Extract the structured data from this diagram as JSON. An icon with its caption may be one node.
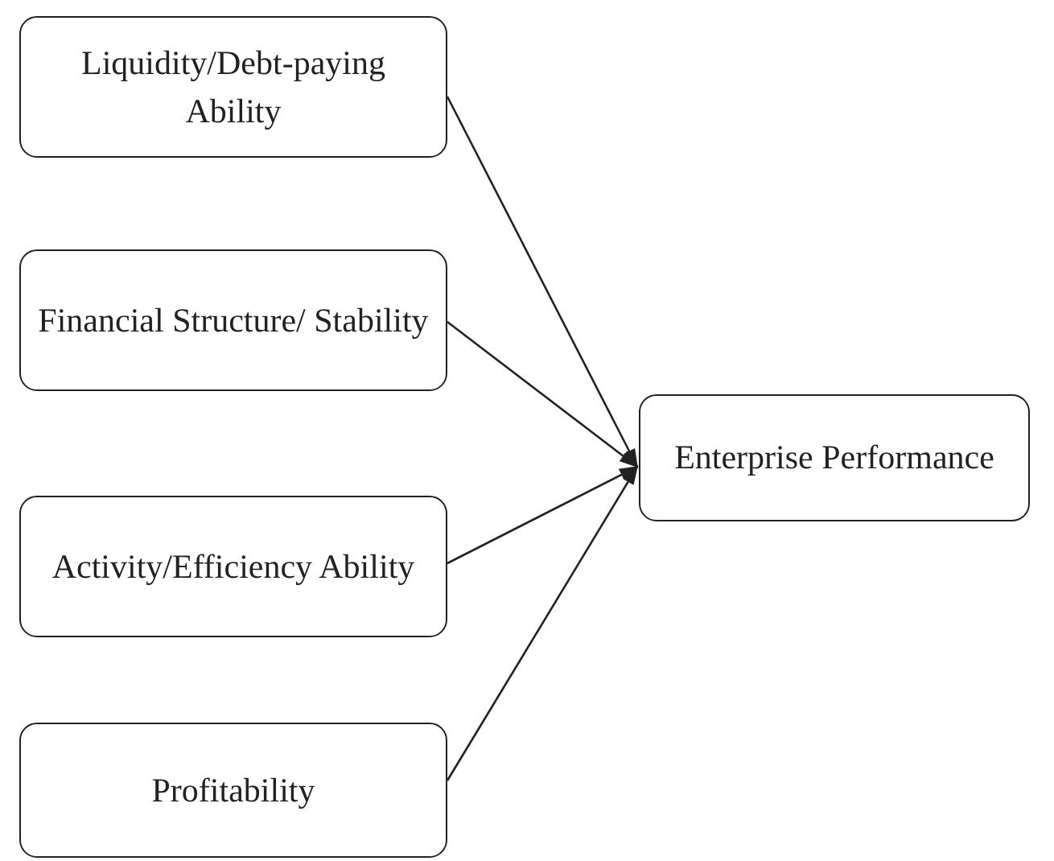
{
  "diagram": {
    "nodes": [
      {
        "text": [
          "Liquidity/Debt-paying Ability"
        ]
      },
      {
        "text": [
          "Financial Structure/ Stability"
        ]
      },
      {
        "text": [
          "Activity/Efficiency Ability"
        ]
      },
      {
        "text": [
          "Profitability"
        ]
      },
      {
        "text": [
          "Enterprise Performance"
        ]
      }
    ],
    "edges": [
      {
        "from": 0,
        "to": 4,
        "arrow": "to"
      },
      {
        "from": 1,
        "to": 4,
        "arrow": "to"
      },
      {
        "from": 2,
        "to": 4,
        "arrow": "to"
      },
      {
        "from": 3,
        "to": 4,
        "arrow": "to"
      }
    ]
  }
}
